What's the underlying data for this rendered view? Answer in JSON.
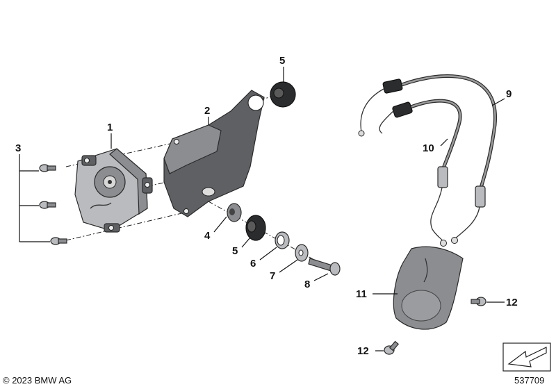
{
  "callouts": {
    "c1": "1",
    "c2": "2",
    "c3": "3",
    "c4": "4",
    "c5a": "5",
    "c5b": "5",
    "c6": "6",
    "c7": "7",
    "c8": "8",
    "c9": "9",
    "c10": "10",
    "c11": "11",
    "c12a": "12",
    "c12b": "12"
  },
  "footer": {
    "copyright": "© 2023 BMW AG",
    "diagram_number": "537709"
  },
  "icons": {
    "nav_arrow": "arrow-down-left-icon"
  }
}
